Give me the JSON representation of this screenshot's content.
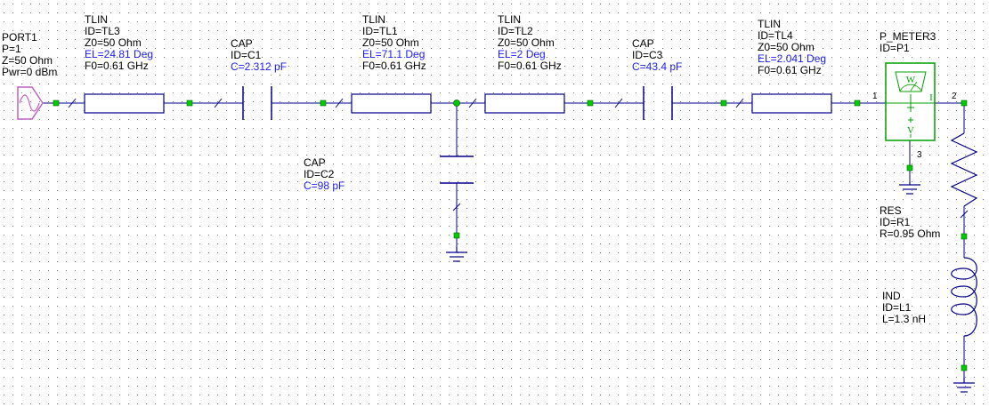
{
  "colors": {
    "wire": "#00008b",
    "node": "#00cc00",
    "node_edge": "#006400",
    "junction": "#00cc00",
    "port_symbol": "#c060c0",
    "meter": "#00a000",
    "text": "#000000",
    "param_blue": "#1a1aff",
    "grid_dot": "#000000"
  },
  "components": {
    "port1": {
      "name": "PORT1",
      "params": [
        "P=1",
        "Z=50 Ohm",
        "Pwr=0 dBm"
      ]
    },
    "tl3": {
      "type": "TLIN",
      "id": "ID=TL3",
      "z0": "Z0=50 Ohm",
      "el": "EL=24.81 Deg",
      "f0": "F0=0.61 GHz"
    },
    "c1": {
      "type": "CAP",
      "id": "ID=C1",
      "value": "C=2.312 pF"
    },
    "tl1": {
      "type": "TLIN",
      "id": "ID=TL1",
      "z0": "Z0=50 Ohm",
      "el": "EL=71.1 Deg",
      "f0": "F0=0.61 GHz"
    },
    "c2": {
      "type": "CAP",
      "id": "ID=C2",
      "value": "C=98 pF"
    },
    "tl2": {
      "type": "TLIN",
      "id": "ID=TL2",
      "z0": "Z0=50 Ohm",
      "el": "EL=2 Deg",
      "f0": "F0=0.61 GHz"
    },
    "c3": {
      "type": "CAP",
      "id": "ID=C3",
      "value": "C=43.4 pF"
    },
    "tl4": {
      "type": "TLIN",
      "id": "ID=TL4",
      "z0": "Z0=50 Ohm",
      "el": "EL=2.041 Deg",
      "f0": "F0=0.61 GHz"
    },
    "meter": {
      "type": "P_METER3",
      "id": "ID=P1",
      "pin1": "1",
      "pin2": "2",
      "pin3": "3",
      "glyph_w": "W",
      "glyph_i": "I",
      "glyph_v": "V"
    },
    "r1": {
      "type": "RES",
      "id": "ID=R1",
      "value": "R=0.95 Ohm"
    },
    "l1": {
      "type": "IND",
      "id": "ID=L1",
      "value": "L=1.3 nH"
    }
  }
}
